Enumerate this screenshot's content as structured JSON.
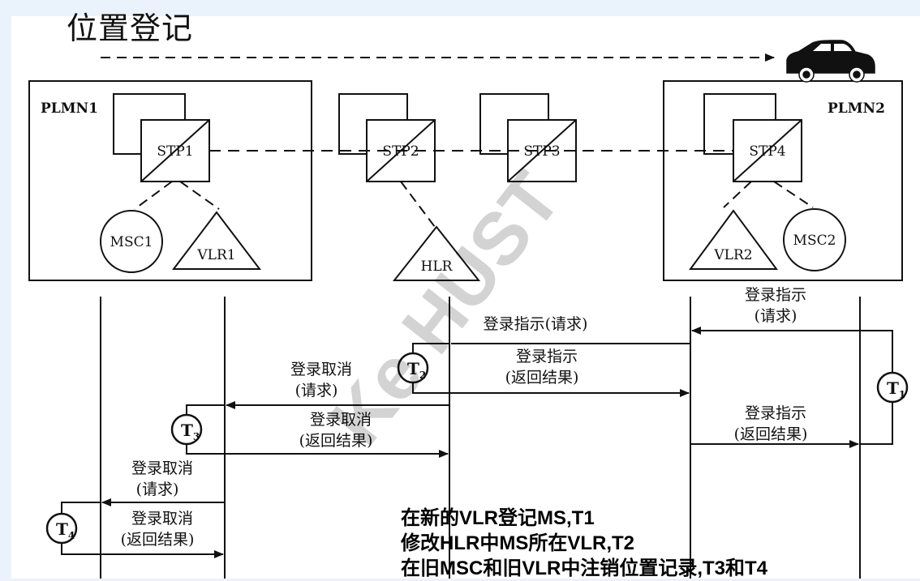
{
  "title": "位置登记",
  "networks": {
    "left": "PLMN1",
    "right": "PLMN2"
  },
  "nodes": {
    "stp1": "STP1",
    "stp2": "STP2",
    "stp3": "STP3",
    "stp4": "STP4",
    "msc1": "MSC1",
    "vlr1": "VLR1",
    "hlr": "HLR",
    "vlr2": "VLR2",
    "msc2": "MSC2"
  },
  "timers": {
    "t1": {
      "main": "T",
      "sub": "1"
    },
    "t2": {
      "main": "T",
      "sub": "2"
    },
    "t3": {
      "main": "T",
      "sub": "3"
    },
    "t4": {
      "main": "T",
      "sub": "4"
    }
  },
  "messages": {
    "reg_ind_req_a": "登录指示",
    "reg_ind_req_b": "(请求)",
    "reg_ind_req_full": "登录指示(请求)",
    "reg_ind_res_a": "登录指示",
    "reg_ind_res_b": "(返回结果)",
    "reg_ind_res2_a": "登录指示",
    "reg_ind_res2_b": "(返回结果)",
    "cancel_req_a": "登录取消",
    "cancel_req_b": "(请求)",
    "cancel_res_a": "登录取消",
    "cancel_res_b": "(返回结果)",
    "cancel_req2_a": "登录取消",
    "cancel_req2_b": "(请求)",
    "cancel_res2_a": "登录取消",
    "cancel_res2_b": "(返回结果)"
  },
  "watermark": "Ke HUST",
  "notes": [
    "在新的VLR登记MS,T1",
    "修改HLR中MS所在VLR,T2",
    "在旧MSC和旧VLR中注销位置记录,T3和T4"
  ]
}
